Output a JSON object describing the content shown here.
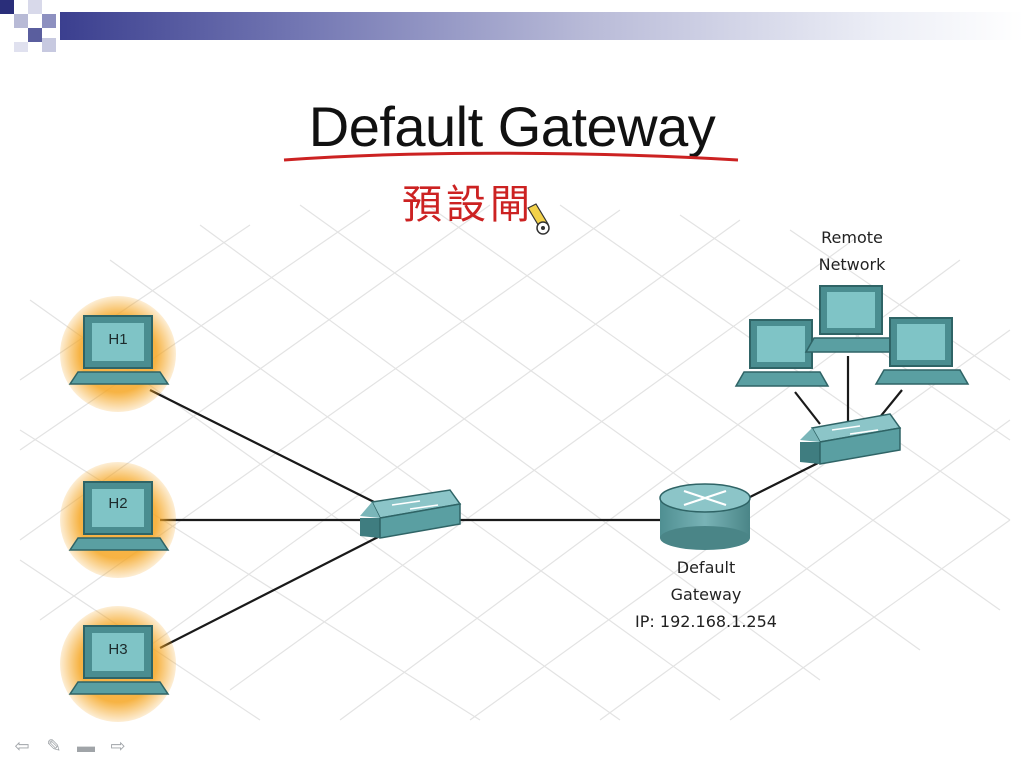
{
  "slide": {
    "title": "Default Gateway",
    "annotation": "預設閘"
  },
  "hosts": [
    {
      "label": "H1"
    },
    {
      "label": "H2"
    },
    {
      "label": "H3"
    }
  ],
  "remote_network": {
    "line1": "Remote",
    "line2": "Network"
  },
  "router": {
    "line1": "Default",
    "line2": "Gateway",
    "ip": "IP: 192.168.1.254"
  },
  "nav": {
    "back": "⇦",
    "pen": "✎",
    "menu": "▬",
    "forward": "⇨"
  },
  "colors": {
    "device_teal": "#5f9ea0",
    "host_glow": "#f5a623",
    "annotation_red": "#cc2222",
    "band_dark": "#3b3f8f"
  }
}
